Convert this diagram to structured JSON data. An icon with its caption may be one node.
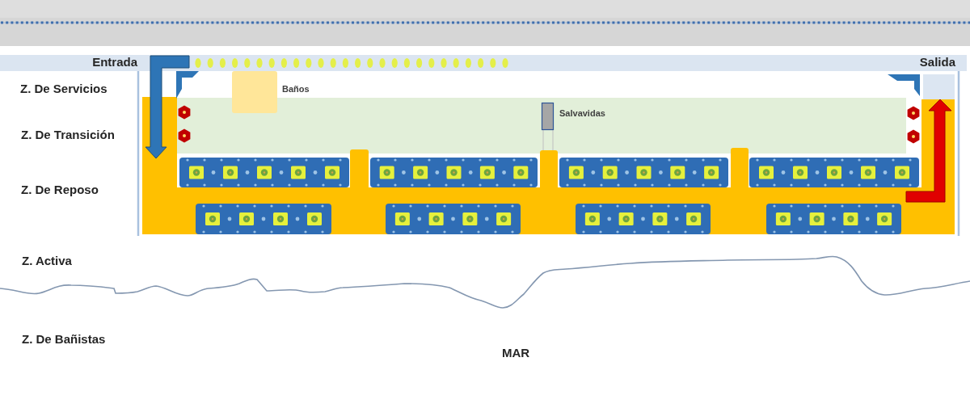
{
  "diagram": {
    "labels": [
      "Entrada",
      "Salida",
      "Z. De Servicios",
      "Baños",
      "Z. De Transición",
      "Salvavidas",
      "Z. De Reposo",
      "Z. Activa",
      "Z. De Bañistas",
      "MAR"
    ]
  }
}
